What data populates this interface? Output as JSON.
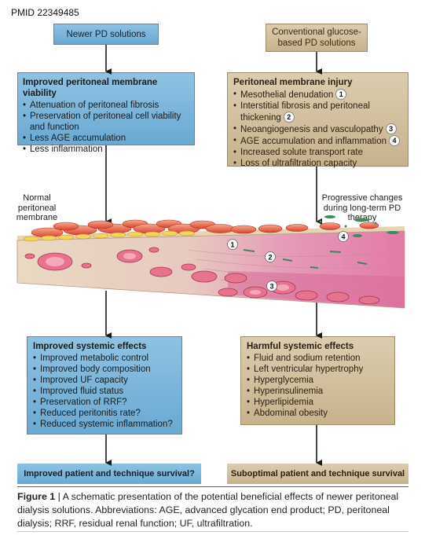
{
  "pmid": "PMID 22349485",
  "left": {
    "header": "Newer PD solutions",
    "box1": {
      "title": "Improved peritoneal membrane viability",
      "items": [
        "Attenuation of peritoneal fibrosis",
        "Preservation of peritoneal cell viability and function",
        "Less AGE accumulation",
        "Less inflammation"
      ]
    },
    "label": "Normal peritoneal membrane",
    "box2": {
      "title": "Improved systemic effects",
      "items": [
        "Improved metabolic control",
        "Improved body composition",
        "Improved UF capacity",
        "Improved fluid status",
        "Preservation of RRF?",
        "Reduced peritonitis rate?",
        "Reduced systemic inflammation?"
      ]
    },
    "outcome": "Improved patient and technique survival?"
  },
  "right": {
    "header": "Conventional glucose-based PD solutions",
    "box1": {
      "title": "Peritoneal membrane injury",
      "items": [
        {
          "text": "Mesothelial denudation",
          "num": "1"
        },
        {
          "text": "Interstitial fibrosis and peritoneal thickening",
          "num": "2"
        },
        {
          "text": "Neoangiogenesis and vasculopathy",
          "num": "3"
        },
        {
          "text": "AGE accumulation and inflammation",
          "num": "4"
        },
        {
          "text": "Increased solute transport rate",
          "num": ""
        },
        {
          "text": "Loss of ultrafiltration capacity",
          "num": ""
        }
      ]
    },
    "label": "Progressive changes during long-term PD therapy",
    "box2": {
      "title": "Harmful systemic effects",
      "items": [
        "Fluid and sodium retention",
        "Left ventricular hypertrophy",
        "Hyperglycemia",
        "Hyperinsulinemia",
        "Hyperlipidemia",
        "Abdominal obesity"
      ]
    },
    "outcome": "Suboptimal patient and technique survival"
  },
  "illustration_markers": [
    "1",
    "2",
    "3",
    "4"
  ],
  "caption": {
    "label": "Figure 1",
    "separator": " | ",
    "text": "A schematic presentation of the potential beneficial effects of newer peritoneal dialysis solutions. Abbreviations: AGE, advanced glycation end product; PD, peritoneal dialysis; RRF, residual renal function; UF, ultrafiltration."
  },
  "colors": {
    "blue_box": "#7ab4da",
    "tan_box": "#d2c09f",
    "arrow": "#1a1a1a",
    "rule": "#2e6f9e"
  }
}
